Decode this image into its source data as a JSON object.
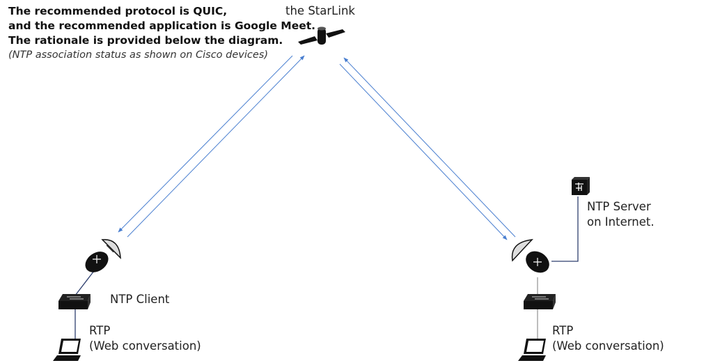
{
  "header": {
    "line1": "The recommended protocol is QUIC,",
    "line2": "and the recommended application is Google Meet.",
    "line3": "The rationale is provided below the diagram.",
    "note": "(NTP association status as shown on Cisco devices)"
  },
  "satellite": {
    "label": "the StarLink",
    "icon": "satellite-icon"
  },
  "left_site": {
    "client_label": "NTP Client",
    "rtp_label": "RTP",
    "rtp_sub": "(Web conversation)"
  },
  "right_site": {
    "server_label_1": "NTP Server",
    "server_label_2": "on Internet.",
    "rtp_label": "RTP",
    "rtp_sub": "(Web conversation)"
  },
  "colors": {
    "link": "#4a7fd0",
    "wire": "#2e3f6e",
    "device": "#111111"
  }
}
